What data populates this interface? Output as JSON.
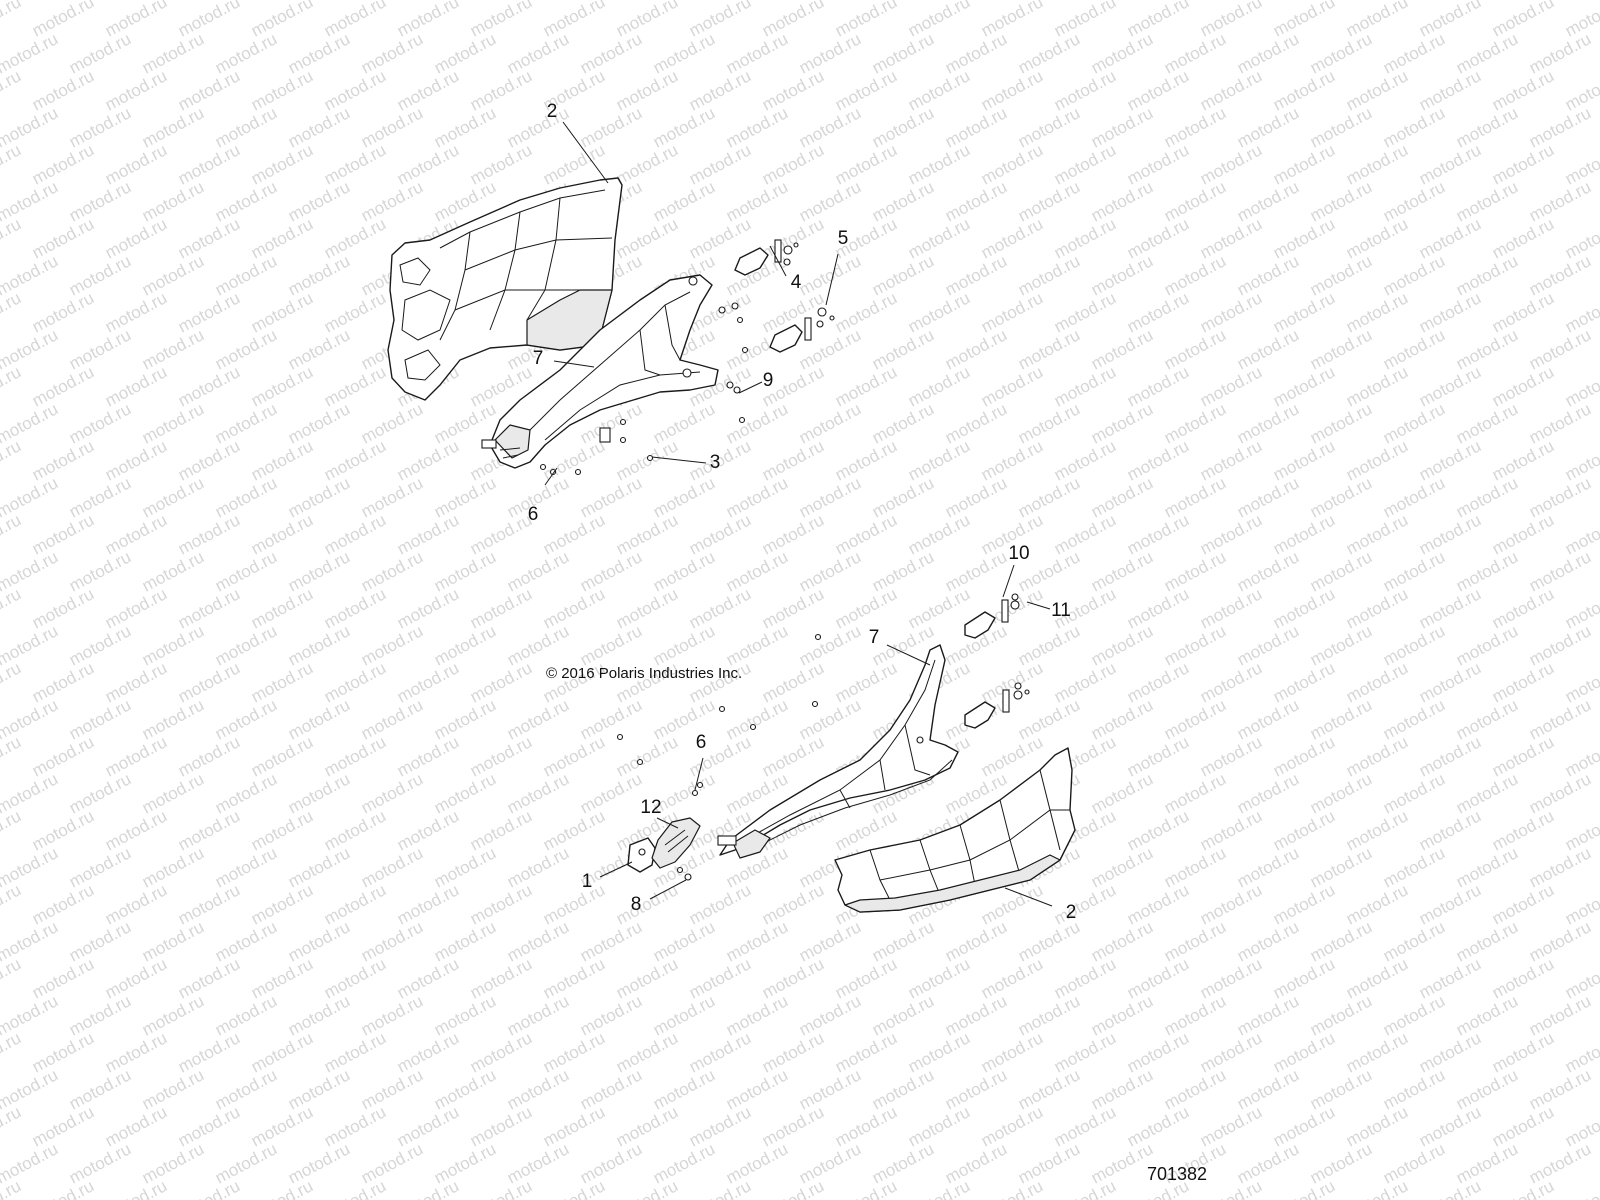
{
  "watermark": {
    "text": "motod.ru"
  },
  "copyright": "© 2016 Polaris Industries Inc.",
  "figure_number": "701382",
  "callouts": [
    {
      "id": "top-2",
      "label": "2"
    },
    {
      "id": "top-4",
      "label": "4"
    },
    {
      "id": "top-5",
      "label": "5"
    },
    {
      "id": "top-7",
      "label": "7"
    },
    {
      "id": "top-9",
      "label": "9"
    },
    {
      "id": "top-3",
      "label": "3"
    },
    {
      "id": "top-6",
      "label": "6"
    },
    {
      "id": "bot-10",
      "label": "10"
    },
    {
      "id": "bot-11",
      "label": "11"
    },
    {
      "id": "bot-7",
      "label": "7"
    },
    {
      "id": "bot-6",
      "label": "6"
    },
    {
      "id": "bot-12",
      "label": "12"
    },
    {
      "id": "bot-1",
      "label": "1"
    },
    {
      "id": "bot-8",
      "label": "8"
    },
    {
      "id": "bot-2",
      "label": "2"
    }
  ]
}
